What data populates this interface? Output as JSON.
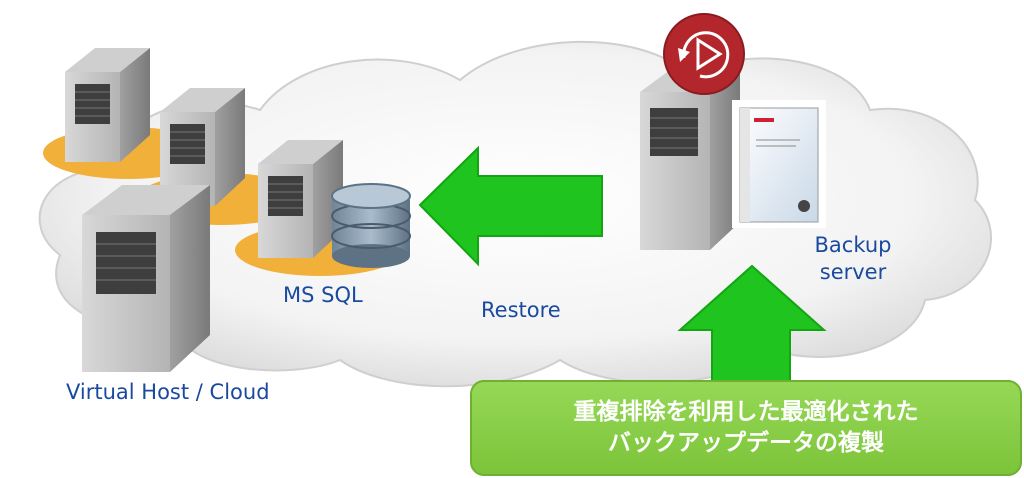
{
  "labels": {
    "virtual_host": "Virtual Host / Cloud",
    "ms_sql": "MS SQL",
    "restore": "Restore",
    "backup_line1": "Backup",
    "backup_line2": "server"
  },
  "callout": {
    "line1": "重複排除を利用した最適化された",
    "line2": "バックアップデータの複製"
  },
  "colors": {
    "arrow": "#1fc41f",
    "callout": "#86cf46",
    "label": "#1a4aa0",
    "platter": "#f0b03a",
    "logo": "#b3262c"
  }
}
